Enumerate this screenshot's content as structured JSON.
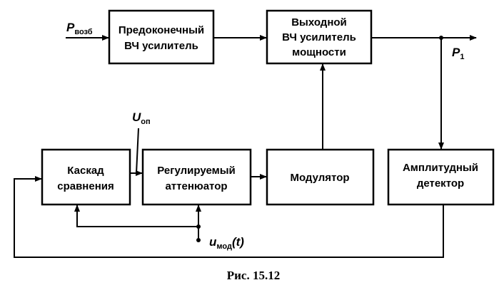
{
  "blocks": {
    "pre_amp": [
      "Предоконечный",
      "ВЧ усилитель"
    ],
    "out_amp": [
      "Выходной",
      "ВЧ усилитель",
      "мощности"
    ],
    "comparator": [
      "Каскад",
      "сравнения"
    ],
    "attenuator": [
      "Регулируемый",
      "аттенюатор"
    ],
    "modulator": [
      "Модулятор"
    ],
    "detector": [
      "Амплитудный",
      "детектор"
    ]
  },
  "labels": {
    "p_in_main": "P",
    "p_in_sub": "возб",
    "p_out_main": "P",
    "p_out_sub": "1",
    "u_ref_main": "U",
    "u_ref_sub": "оп",
    "u_mod_main": "u",
    "u_mod_sub": "мод",
    "u_mod_arg": "(t)"
  },
  "caption": "Рис. 15.12"
}
